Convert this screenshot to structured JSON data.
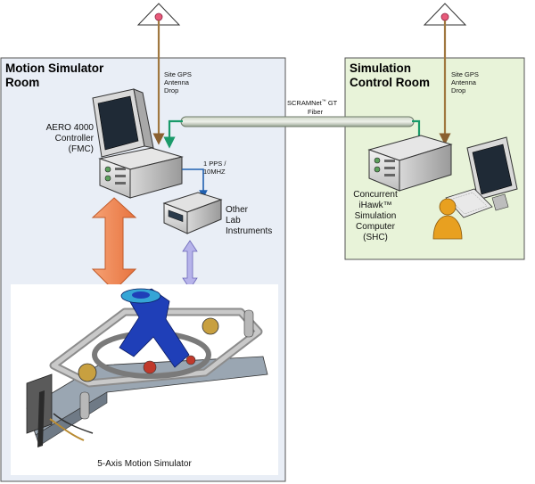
{
  "rooms": {
    "motion": {
      "title_line1": "Motion Simulator",
      "title_line2": "Room"
    },
    "control": {
      "title_line1": "Simulation",
      "title_line2": "Control Room"
    }
  },
  "antenna_left": {
    "line1": "Site GPS",
    "line2": "Antenna",
    "line3": "Drop"
  },
  "antenna_right": {
    "line1": "Site GPS",
    "line2": "Antenna",
    "line3": "Drop"
  },
  "fiber": {
    "line1": "SCRAMNet",
    "sup": "™",
    "line1_suffix": " GT",
    "line2": "Fiber"
  },
  "controller": {
    "line1": "AERO 4000",
    "line2": "Controller",
    "line3": "(FMC)"
  },
  "pps": {
    "line1": "1 PPS /",
    "line2": "10MHZ"
  },
  "instruments": {
    "line1": "Other",
    "line2": "Lab",
    "line3": "Instruments"
  },
  "shc": {
    "line1": "Concurrent",
    "line2": "iHawk™",
    "line3": "Simulation",
    "line4": "Computer",
    "line5": "(SHC)"
  },
  "simulator": {
    "caption": "5-Axis Motion Simulator"
  },
  "colors": {
    "motion_room_fill": "#e9eef6",
    "control_room_fill": "#e8f3d9",
    "antenna_cable": "#a07840",
    "fiber_link": "#1a9a6a",
    "big_arrow": "#f08a5a",
    "small_arrow": "#9b97d8"
  }
}
